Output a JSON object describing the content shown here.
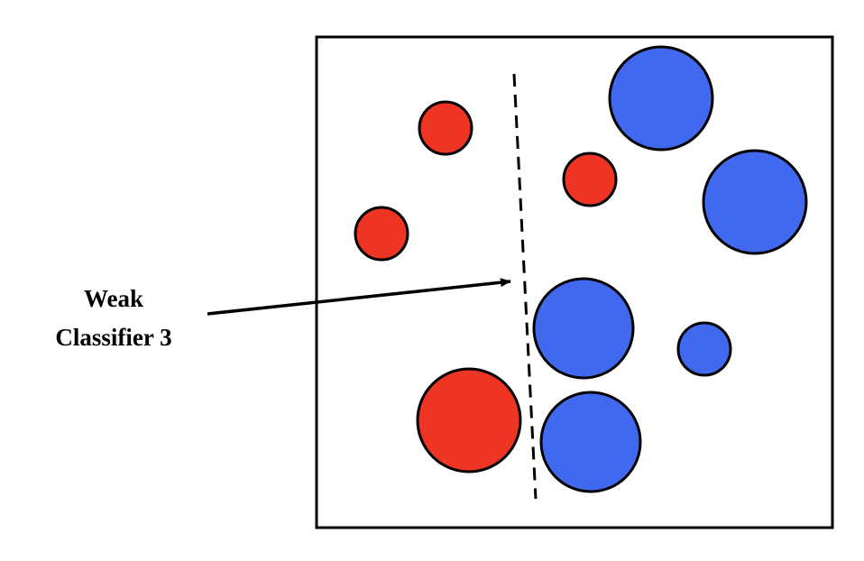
{
  "annotation": {
    "line1": "Weak",
    "line2": "Classifier 3"
  },
  "colors": {
    "positive": "#ee3524",
    "negative": "#4169f0",
    "stroke": "#000000",
    "background": "#ffffff"
  },
  "points": [
    {
      "class": "red",
      "weight": "small"
    },
    {
      "class": "red",
      "weight": "small"
    },
    {
      "class": "red",
      "weight": "small"
    },
    {
      "class": "red",
      "weight": "large"
    },
    {
      "class": "blue",
      "weight": "large"
    },
    {
      "class": "blue",
      "weight": "large"
    },
    {
      "class": "blue",
      "weight": "large"
    },
    {
      "class": "blue",
      "weight": "small"
    },
    {
      "class": "blue",
      "weight": "large"
    }
  ]
}
